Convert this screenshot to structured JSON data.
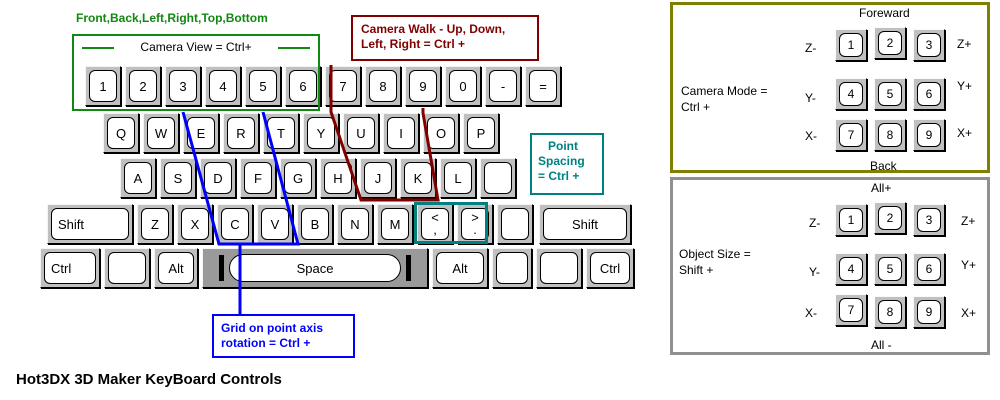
{
  "title": "Hot3DX 3D Maker KeyBoard Controls",
  "keys": {
    "n1": "1",
    "n2": "2",
    "n3": "3",
    "n4": "4",
    "n5": "5",
    "n6": "6",
    "n7": "7",
    "n8": "8",
    "n9": "9",
    "n0": "0",
    "minus": "-",
    "equals": "=",
    "q": "Q",
    "w": "W",
    "e": "E",
    "r": "R",
    "t": "T",
    "y": "Y",
    "u": "U",
    "i": "I",
    "o": "O",
    "p": "P",
    "a": "A",
    "s": "S",
    "d": "D",
    "f": "F",
    "g": "G",
    "h": "H",
    "j": "J",
    "k": "K",
    "l": "L",
    "z": "Z",
    "x": "X",
    "c": "C",
    "v": "V",
    "b": "B",
    "n": "N",
    "m": "M",
    "comma": "<",
    "comma_sub": ",",
    "period": ">",
    "period_sub": ".",
    "shift": "Shift",
    "ctrl": "Ctrl",
    "alt": "Alt",
    "space": "Space"
  },
  "annotations": {
    "front_back": "Front,Back,Left,Right,Top,Bottom",
    "camera_view": "Camera View = Ctrl+",
    "camera_walk_1": "Camera Walk - Up, Down,",
    "camera_walk_2": "Left, Right = Ctrl +",
    "point_spacing_1": "Point",
    "point_spacing_2": "Spacing",
    "point_spacing_3": "= Ctrl +",
    "grid_1": "Grid on point axis",
    "grid_2": "rotation = Ctrl +"
  },
  "camera_mode": {
    "title_1": "Camera Mode =",
    "title_2": "Ctrl +",
    "top": "Foreward",
    "bottom": "Back",
    "left_labels": [
      "Z-",
      "Y-",
      "X-"
    ],
    "right_labels": [
      "Z+",
      "Y+",
      "X+"
    ],
    "keys": [
      "1",
      "2",
      "3",
      "4",
      "5",
      "6",
      "7",
      "8",
      "9"
    ]
  },
  "object_size": {
    "title_1": "Object Size =",
    "title_2": "Shift +",
    "top": "All+",
    "bottom": "All -",
    "left_labels": [
      "Z-",
      "Y-",
      "X-"
    ],
    "right_labels": [
      "Z+",
      "Y+",
      "X+"
    ],
    "keys": [
      "1",
      "2",
      "3",
      "4",
      "5",
      "6",
      "7",
      "8",
      "9"
    ]
  },
  "colors": {
    "key_face": "#ffffff",
    "key_body": "#c0c0c0",
    "green": "#118811",
    "maroon": "#800000",
    "teal": "#008080",
    "blue": "#0000ff",
    "camera_panel_border": "#808000",
    "object_panel_border": "#909090"
  }
}
